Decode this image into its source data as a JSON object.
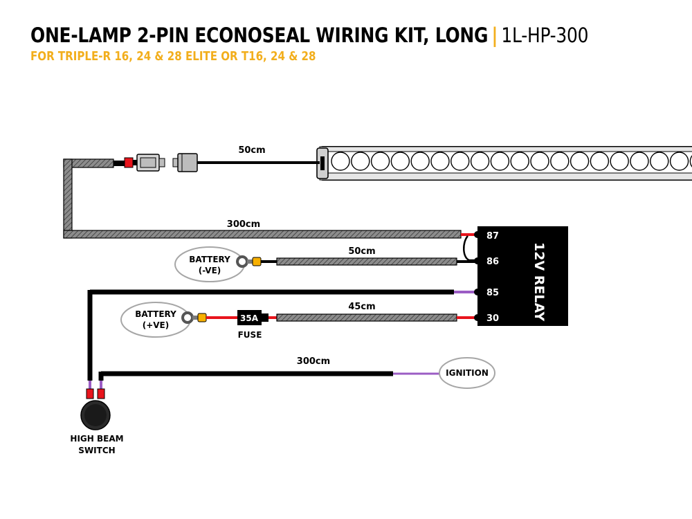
{
  "header": {
    "title": "ONE-LAMP 2-PIN ECONOSEAL WIRING KIT, LONG",
    "separator": "|",
    "code": "1L-HP-300",
    "subtitle": "FOR TRIPLE-R 16, 24 & 28 ELITE OR T16, 24 & 28"
  },
  "colors": {
    "accent": "#f2ae1c",
    "wire_black": "#000000",
    "wire_red": "#e8141c",
    "wire_purple": "#9b5cc4",
    "terminal_yellow": "#f7b000",
    "sheath": "#8c8c8c"
  },
  "wires": {
    "lamp_lead": "50cm",
    "relay_to_lamp": "300cm",
    "battery_negative": "50cm",
    "battery_positive": "45cm",
    "ignition": "300cm"
  },
  "relay": {
    "label": "12V RELAY",
    "pins": [
      "87",
      "86",
      "85",
      "30"
    ]
  },
  "labels": {
    "battery_negative": [
      "BATTERY",
      "(-VE)"
    ],
    "battery_positive": [
      "BATTERY",
      "(+VE)"
    ],
    "ignition": "IGNITION",
    "fuse_rating": "35A",
    "fuse": "FUSE",
    "switch": [
      "HIGH BEAM",
      "SWITCH"
    ]
  },
  "icons": [
    "light-bar-icon",
    "connector-plug-icon",
    "ring-terminal-icon",
    "fuse-icon",
    "relay-icon",
    "rocker-switch-icon"
  ]
}
